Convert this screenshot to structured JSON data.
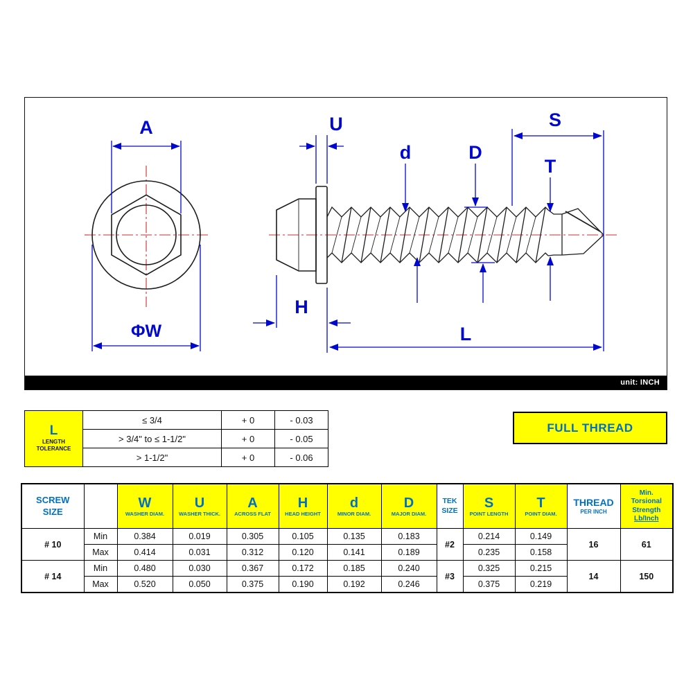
{
  "drawing": {
    "unit_label": "unit: INCH",
    "dim_labels": {
      "A": "A",
      "U": "U",
      "S": "S",
      "d": "d",
      "D": "D",
      "T": "T",
      "H": "H",
      "W": "ΦW",
      "L": "L"
    }
  },
  "tolerance_table": {
    "symbol": "L",
    "caption_line1": "LENGTH",
    "caption_line2": "TOLERANCE",
    "rows": [
      {
        "range": "≤ 3/4",
        "plus": "+ 0",
        "minus": "- 0.03"
      },
      {
        "range": "> 3/4\" to ≤ 1-1/2\"",
        "plus": "+ 0",
        "minus": "- 0.05"
      },
      {
        "range": "> 1-1/2\"",
        "plus": "+ 0",
        "minus": "- 0.06"
      }
    ]
  },
  "full_thread": {
    "label": "FULL THREAD"
  },
  "spec_table": {
    "headers": {
      "screw_size_1": "SCREW",
      "screw_size_2": "SIZE",
      "w_sym": "W",
      "w_sub": "WASHER DIAM.",
      "u_sym": "U",
      "u_sub": "WASHER THICK.",
      "a_sym": "A",
      "a_sub": "ACROSS FLAT",
      "h_sym": "H",
      "h_sub": "HEAD HEIGHT",
      "d_sym": "d",
      "d_sub": "MINOR DIAM.",
      "dd_sym": "D",
      "dd_sub": "MAJOR DIAM.",
      "tek_1": "TEK",
      "tek_2": "SIZE",
      "s_sym": "S",
      "s_sub": "POINT LENGTH",
      "t_sym": "T",
      "t_sub": "POINT DIAM.",
      "thread_1": "THREAD",
      "thread_2": "PER INCH",
      "tors_1": "Min.",
      "tors_2": "Torsional",
      "tors_3": "Strength",
      "tors_4": "Lb/Inch"
    },
    "row_labels": {
      "min": "Min",
      "max": "Max"
    },
    "rows": [
      {
        "size": "# 10",
        "tek": "#2",
        "thread": "16",
        "torsional": "61",
        "min": {
          "w": "0.384",
          "u": "0.019",
          "a": "0.305",
          "h": "0.105",
          "d": "0.135",
          "dd": "0.183",
          "s": "0.214",
          "t": "0.149"
        },
        "max": {
          "w": "0.414",
          "u": "0.031",
          "a": "0.312",
          "h": "0.120",
          "d": "0.141",
          "dd": "0.189",
          "s": "0.235",
          "t": "0.158"
        }
      },
      {
        "size": "# 14",
        "tek": "#3",
        "thread": "14",
        "torsional": "150",
        "min": {
          "w": "0.480",
          "u": "0.030",
          "a": "0.367",
          "h": "0.172",
          "d": "0.185",
          "dd": "0.240",
          "s": "0.325",
          "t": "0.215"
        },
        "max": {
          "w": "0.520",
          "u": "0.050",
          "a": "0.375",
          "h": "0.190",
          "d": "0.192",
          "dd": "0.246",
          "s": "0.375",
          "t": "0.219"
        }
      }
    ]
  },
  "colors": {
    "yellow": "#ffff00",
    "header_blue": "#0070c0",
    "dimension_blue": "#0008cf",
    "centerline_red": "#cf2b2b"
  }
}
